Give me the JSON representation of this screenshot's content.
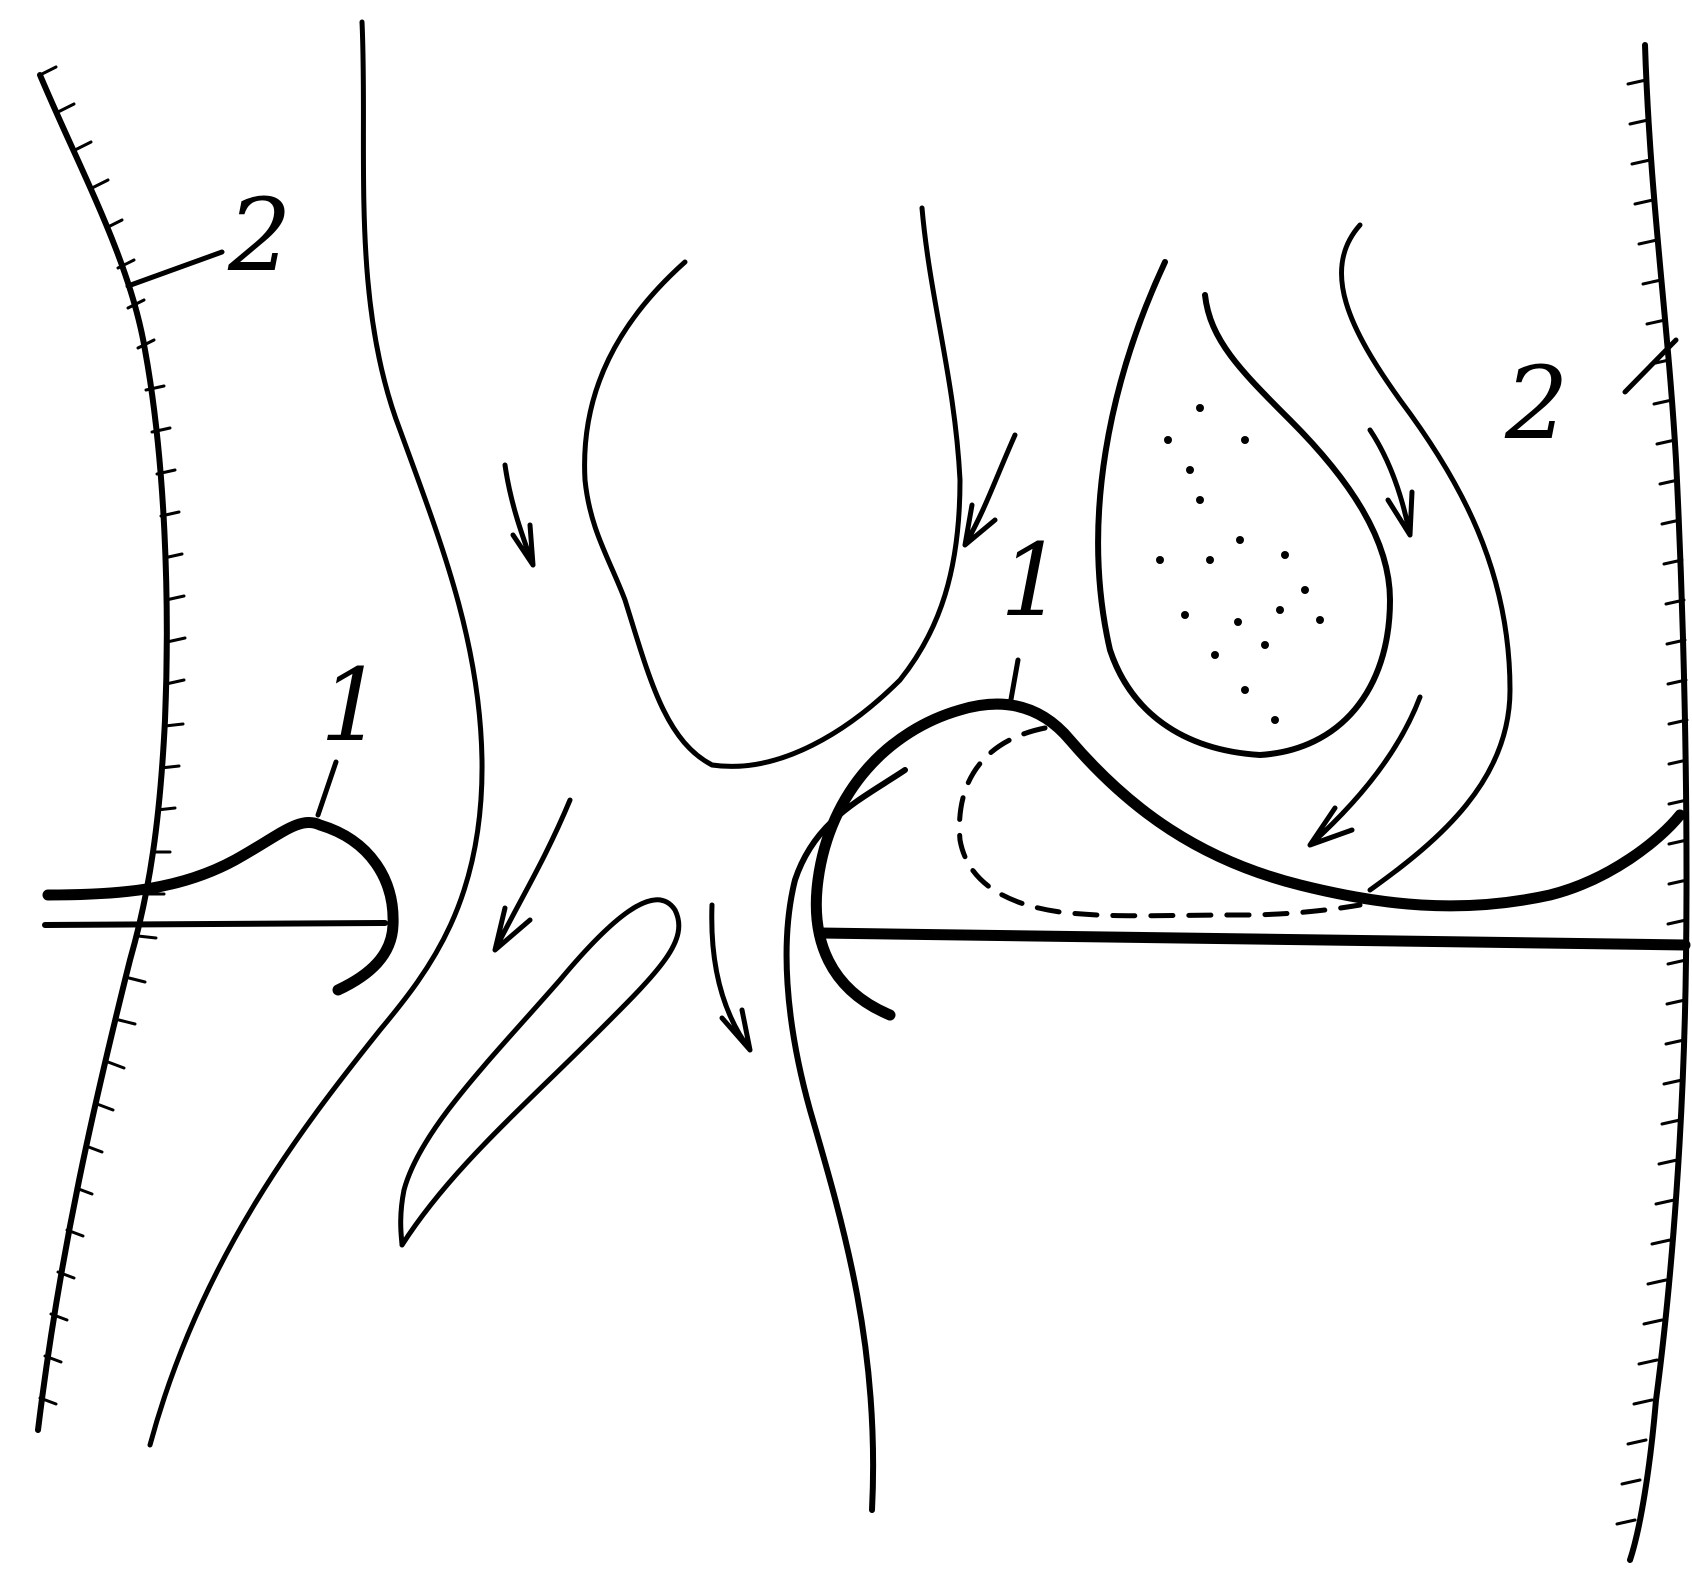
{
  "diagram": {
    "ink_color": "#000000",
    "background": "#ffffff",
    "labels": {
      "left_1": "1",
      "left_2": "2",
      "right_1": "1",
      "right_2": "2"
    }
  }
}
